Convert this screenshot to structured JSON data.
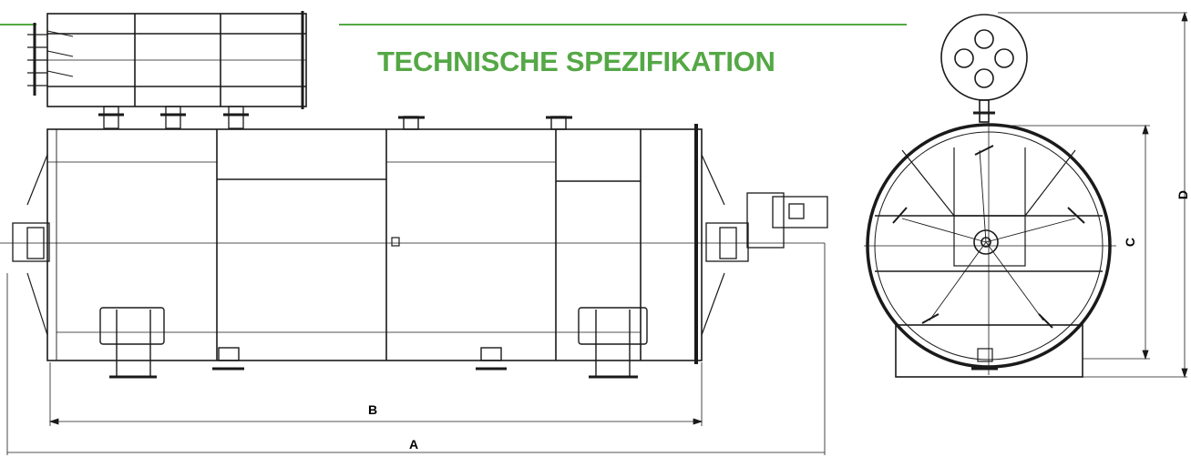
{
  "heading": {
    "text": "TECHNISCHE SPEZIFIKATION"
  },
  "dimensions": {
    "a": "A",
    "b": "B",
    "c": "C",
    "d": "D"
  },
  "colors": {
    "accent": "#54a845",
    "line": "#1a1a1a"
  }
}
